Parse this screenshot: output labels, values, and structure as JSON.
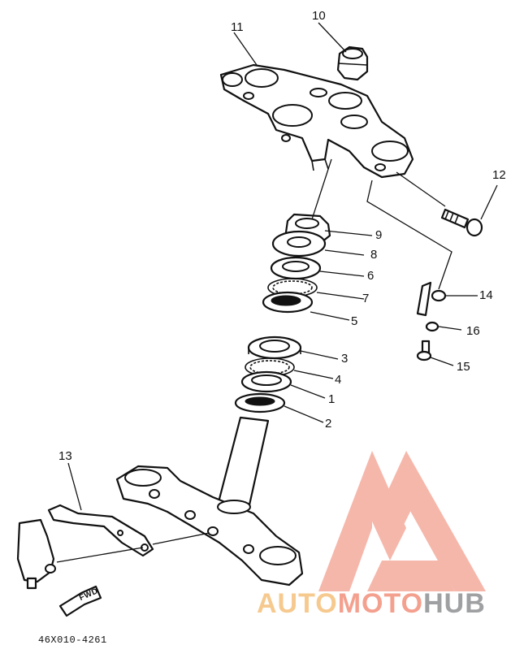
{
  "callouts": {
    "c1": "1",
    "c2": "2",
    "c3": "3",
    "c4": "4",
    "c5": "5",
    "c6": "6",
    "c7": "7",
    "c8": "8",
    "c9": "9",
    "c10": "10",
    "c11": "11",
    "c12": "12",
    "c13": "13",
    "c14": "14",
    "c15": "15",
    "c16": "16"
  },
  "forward_arrow_label": "FWD",
  "diagram_code": "46X010-4261",
  "watermark": {
    "auto": "AUTO",
    "moto": "MOTO",
    "hub": "HUB"
  },
  "colors": {
    "line": "#111111",
    "watermark_red": "#f4a08f",
    "watermark_orange": "#f6c98e",
    "watermark_gray": "#9fa0a2"
  }
}
